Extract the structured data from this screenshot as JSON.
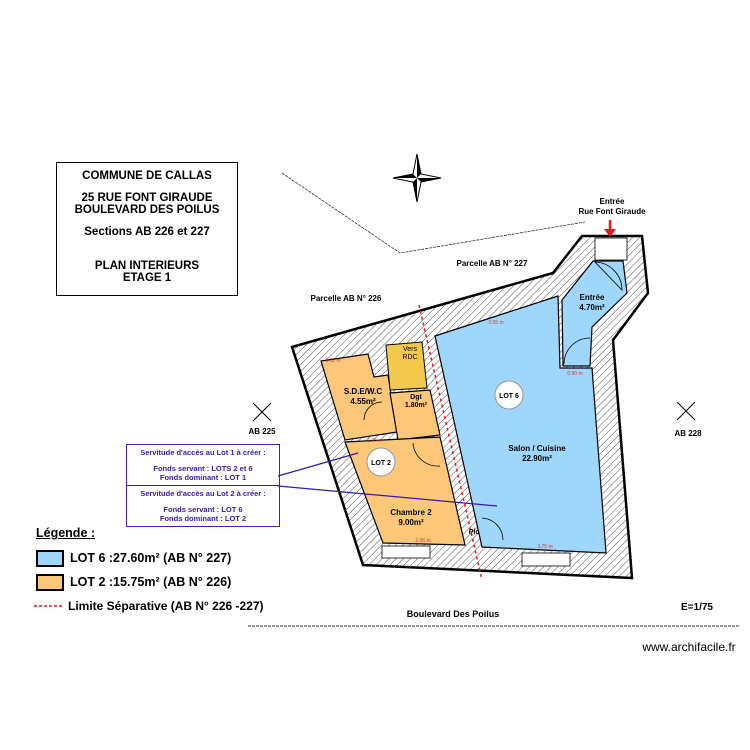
{
  "title_box": {
    "commune": "COMMUNE DE CALLAS",
    "address_1": "25 RUE FONT GIRAUDE",
    "address_2": "BOULEVARD DES POILUS",
    "sections": "Sections AB 226 et 227",
    "plan_1": "PLAN INTERIEURS",
    "plan_2": "ETAGE 1"
  },
  "parcels": {
    "p227": "Parcelle AB N° 227",
    "p226": "Parcelle AB N° 226",
    "ab225": "AB 225",
    "ab228": "AB 228"
  },
  "entrance": {
    "line1": "Entrée",
    "line2": "Rue Font Giraude"
  },
  "rooms": {
    "entree": {
      "name": "Entrée",
      "area": "4.70m²"
    },
    "salon": {
      "name": "Salon / Cuisine",
      "area": "22.90m²"
    },
    "sde": {
      "name": "S.D.E/W.C",
      "area": "4.55m²"
    },
    "dgt": {
      "name": "Dgt",
      "area": "1.80m²"
    },
    "vers": {
      "line1": "Vers",
      "line2": "RDC"
    },
    "chambre": {
      "name": "Chambre 2",
      "area": "9.00m²"
    },
    "plc": "Plc"
  },
  "lot_badges": {
    "lot6": "LOT 6",
    "lot2": "LOT 2"
  },
  "dimensions": [
    "3.65 m",
    "1.65 m",
    "2.06 m",
    "3.75 m",
    "0.90 m",
    "1.62 m"
  ],
  "servitudes": [
    {
      "title": "Servitude d'accès au Lot 1 à créer :",
      "servant": "Fonds servant : LOTS 2 et 6",
      "dominant": "Fonds dominant : LOT 1"
    },
    {
      "title": "Servitude d'accès au Lot 2 à créer :",
      "servant": "Fonds servant : LOT 6",
      "dominant": "Fonds dominant : LOT 2"
    }
  ],
  "legend": {
    "title": "Légende :",
    "lot6": "LOT 6 :27.60m²  (AB N° 227)",
    "lot2": "LOT 2 :15.75m²  (AB N° 226)",
    "limit": "Limite Séparative (AB N° 226 -227)"
  },
  "street": "Boulevard Des Poilus",
  "scale": "E=1/75",
  "watermark": "www.archifacile.fr",
  "colors": {
    "lot6": "#9fd6fb",
    "lot2": "#fcc778",
    "stair": "#f2c94c",
    "limit": "#e01a1a",
    "servitude": "#3a1aa8"
  }
}
